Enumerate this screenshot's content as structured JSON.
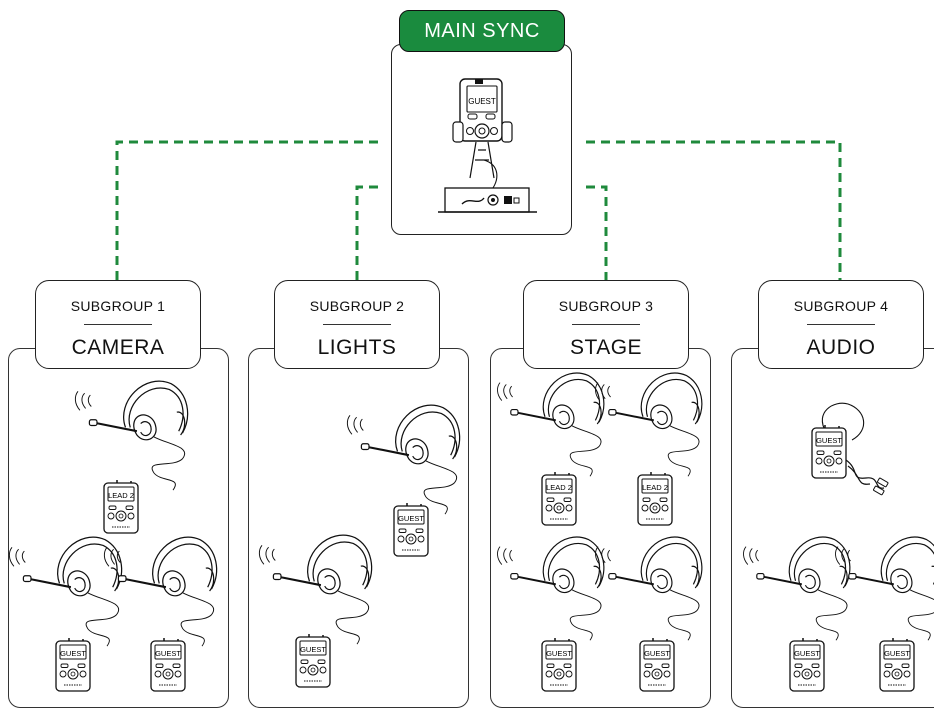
{
  "main": {
    "label": "MAIN SYNC",
    "device_screen": "GUEST"
  },
  "subgroups": [
    {
      "title": "SUBGROUP 1",
      "name": "CAMERA"
    },
    {
      "title": "SUBGROUP 2",
      "name": "LIGHTS"
    },
    {
      "title": "SUBGROUP 3",
      "name": "STAGE"
    },
    {
      "title": "SUBGROUP 4",
      "name": "AUDIO"
    }
  ],
  "device_labels": {
    "lead": "LEAD 2",
    "guest": "GUEST"
  },
  "colors": {
    "accent_green": "#1a8b3e",
    "dash_green": "#1f8a3c"
  }
}
